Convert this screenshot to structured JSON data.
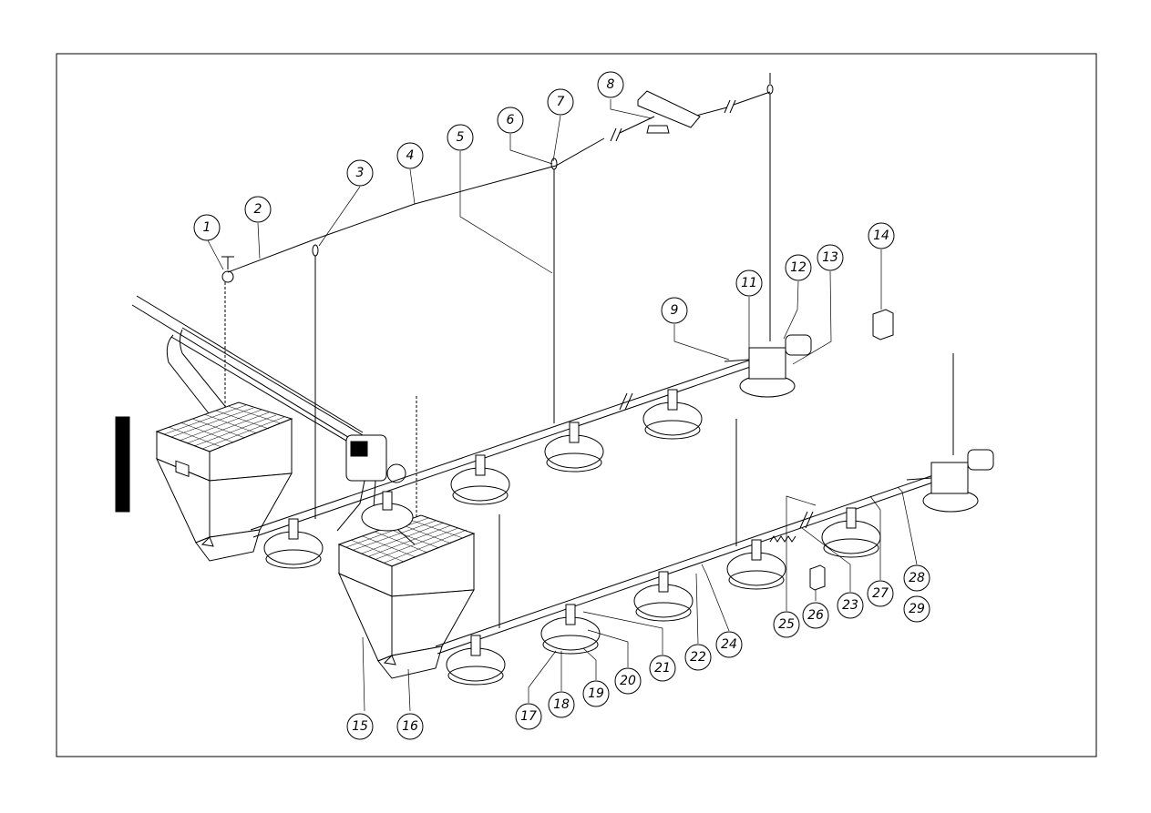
{
  "callouts": [
    "1",
    "2",
    "3",
    "4",
    "5",
    "6",
    "7",
    "8",
    "9",
    "11",
    "12",
    "13",
    "14",
    "15",
    "16",
    "17",
    "18",
    "19",
    "20",
    "21",
    "22",
    "23",
    "24",
    "25",
    "26",
    "27",
    "28",
    "29"
  ]
}
